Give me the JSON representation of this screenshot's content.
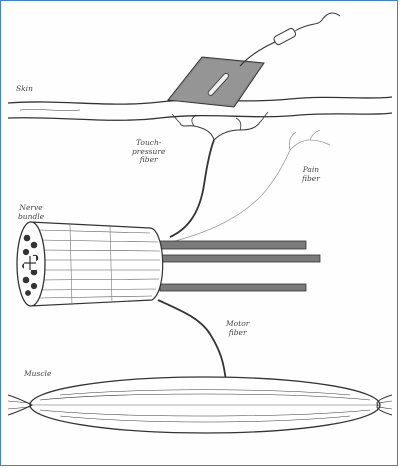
{
  "labels": {
    "skin": "Skin",
    "touch_fiber": "Touch-\npressure\nfiber",
    "pain_fiber": "Pain\nfiber",
    "nerve_bundle": "Nerve\nbundle",
    "motor_fiber": "Motor\nfiber",
    "muscle": "Muscle"
  },
  "colors": {
    "frame": "#4a7fc0",
    "ink": "#333333",
    "pad": "#8a8a8a",
    "rod": "#7a7a7a"
  }
}
